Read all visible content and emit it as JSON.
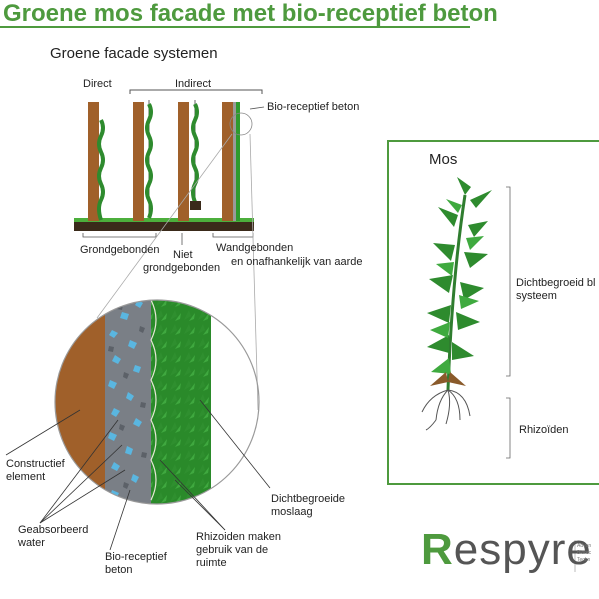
{
  "title": "Groene mos facade met bio-receptief beton",
  "systems": {
    "heading": "Groene facade systemen",
    "direct": "Direct",
    "indirect": "Indirect",
    "bio_label": "Bio-receptief beton",
    "grondgebonden": "Grondgebonden",
    "niet_1": "Niet",
    "niet_2": "grondgebonden",
    "wand_1": "Wandgebonden",
    "wand_2": "en onafhankelijk van aarde"
  },
  "detail": {
    "constructief_1": "Constructief",
    "constructief_2": "element",
    "water_1": "Geabsorbeerd",
    "water_2": "water",
    "beton_1": "Bio-receptief",
    "beton_2": "beton",
    "rhiz_1": "Rhizoiden maken",
    "rhiz_2": "gebruik van de",
    "rhiz_3": "ruimte",
    "moss_1": "Dichtbegroeide",
    "moss_2": "moslaag"
  },
  "mos_panel": {
    "heading": "Mos",
    "blad_1": "Dichtbegroeid bl",
    "blad_2": "systeem",
    "rhizoiden": "Rhizoïden"
  },
  "logo": {
    "initial": "R",
    "rest": "espyre",
    "tag_1": "Advan",
    "tag_2": "Biorec",
    "tag_3": "Techn"
  },
  "colors": {
    "green": "#4e9a3e",
    "moss": "#2e8b2e",
    "wood": "#a0602a",
    "ground": "#3a2a1a"
  }
}
